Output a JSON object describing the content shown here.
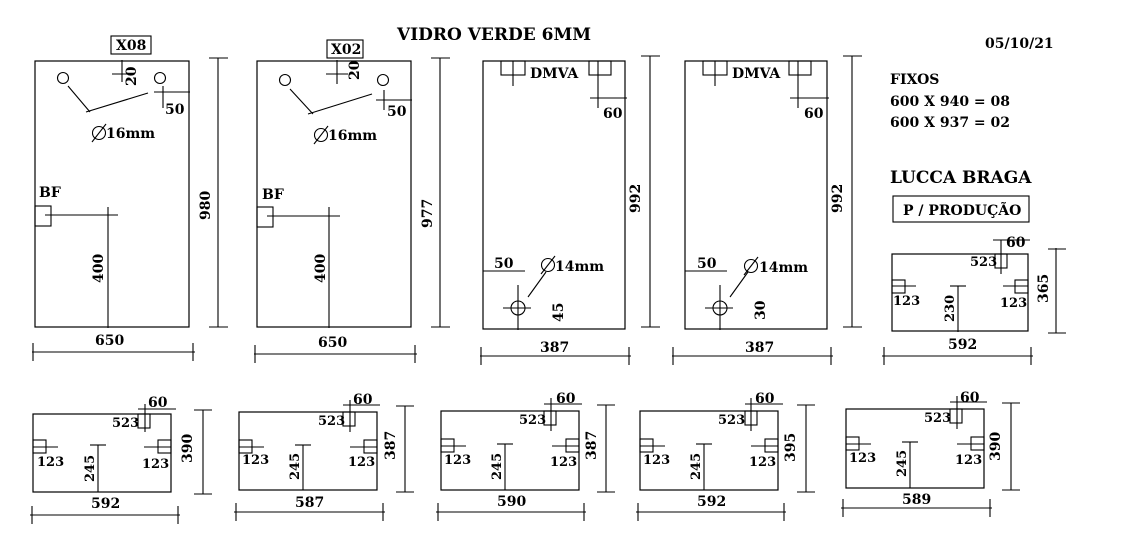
{
  "title": "VIDRO VERDE 6MM",
  "date": "05/10/21",
  "notes": {
    "fixos_label": "FIXOS",
    "fixos_lines": [
      "600 X 940 = 08",
      "600 X 937 = 02"
    ],
    "client": "LUCCA BRAGA",
    "destination": "P / PRODUÇÃO"
  },
  "doors": [
    {
      "tag": "X08",
      "top_offset": "20",
      "side_offset": "50",
      "hole": "16mm",
      "bf": "BF",
      "bf_height": "400",
      "width": "650",
      "height": "980"
    },
    {
      "tag": "X02",
      "top_offset": "20",
      "side_offset": "50",
      "hole": "16mm",
      "bf": "BF",
      "bf_height": "400",
      "width": "650",
      "height": "977"
    }
  ],
  "dmva_panes": [
    {
      "label": "DMVA",
      "top_offset": "60",
      "side_offset": "50",
      "hole": "14mm",
      "bottom_offset": "45",
      "width": "387",
      "height": "992"
    },
    {
      "label": "DMVA",
      "top_offset": "60",
      "side_offset": "50",
      "hole": "14mm",
      "bottom_offset": "30",
      "width": "387",
      "height": "992"
    }
  ],
  "small_panes": [
    {
      "top_offset": "60",
      "cut": "523",
      "left_cut": "123",
      "right_cut": "123",
      "center_height": "230",
      "width": "592",
      "height": "365"
    },
    {
      "top_offset": "60",
      "cut": "523",
      "left_cut": "123",
      "right_cut": "123",
      "center_height": "245",
      "width": "592",
      "height": "390"
    },
    {
      "top_offset": "60",
      "cut": "523",
      "left_cut": "123",
      "right_cut": "123",
      "center_height": "245",
      "width": "587",
      "height": "387"
    },
    {
      "top_offset": "60",
      "cut": "523",
      "left_cut": "123",
      "right_cut": "123",
      "center_height": "245",
      "width": "590",
      "height": "387"
    },
    {
      "top_offset": "60",
      "cut": "523",
      "left_cut": "123",
      "right_cut": "123",
      "center_height": "245",
      "width": "592",
      "height": "395"
    },
    {
      "top_offset": "60",
      "cut": "523",
      "left_cut": "123",
      "right_cut": "123",
      "center_height": "245",
      "width": "589",
      "height": "390"
    }
  ]
}
